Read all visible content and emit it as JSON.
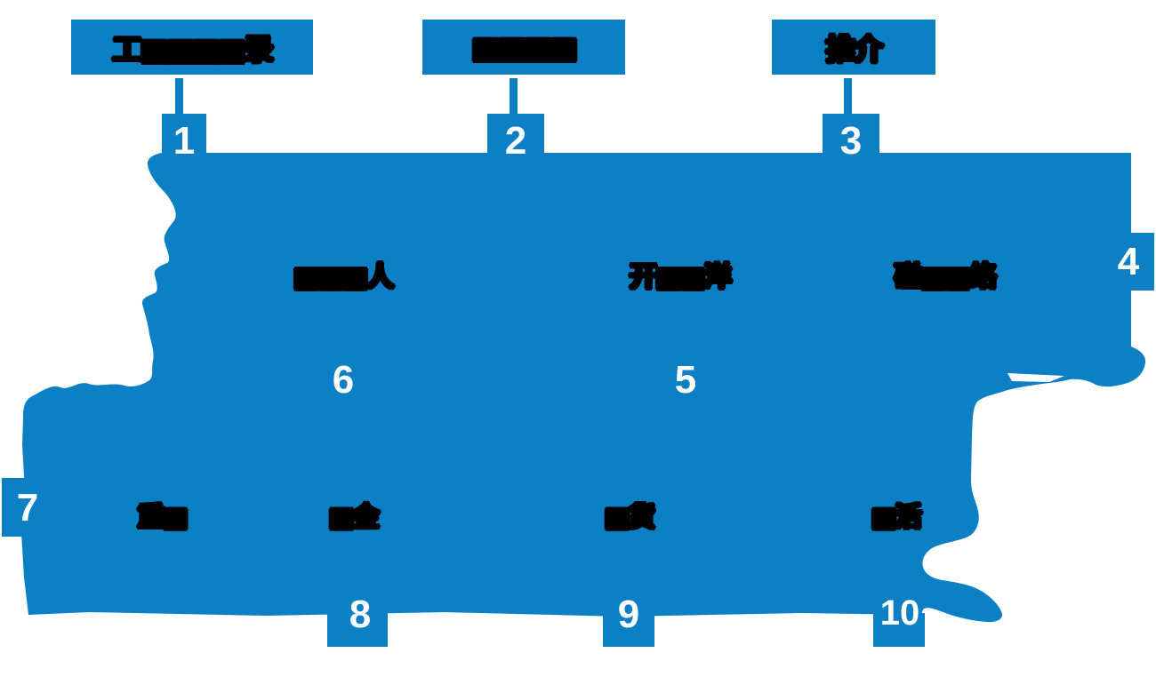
{
  "colors": {
    "primary_blue": "#0d80c5",
    "label_black": "#000000",
    "number_white": "#ffffff"
  },
  "legend_boxes": [
    {
      "label": "工■■■■录"
    },
    {
      "label": "■■■■"
    },
    {
      "label": "推介"
    }
  ],
  "map": {
    "markers": [
      "1",
      "2",
      "3",
      "4",
      "5",
      "6",
      "7",
      "8",
      "9",
      "10"
    ],
    "region_labels": [
      {
        "text": "■■■人"
      },
      {
        "text": "开■■洋"
      },
      {
        "text": "碰■■络"
      }
    ],
    "lower_labels": [
      {
        "text": "重■"
      },
      {
        "text": "■金"
      },
      {
        "text": "■货"
      },
      {
        "text": "■活"
      }
    ]
  }
}
